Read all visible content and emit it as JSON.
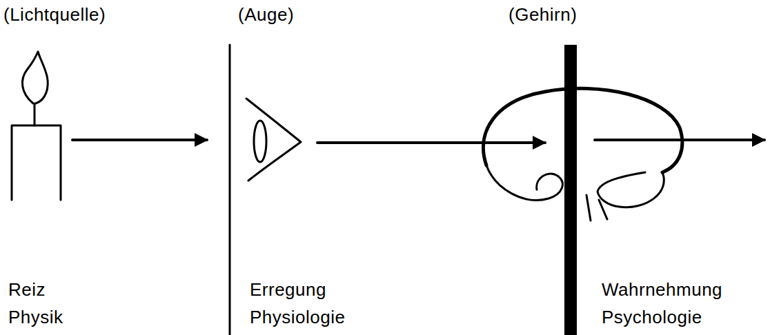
{
  "diagram": {
    "labels": [
      "(Lichtquelle)",
      "(Auge)",
      "(Gehirn)",
      "Reiz",
      "Physik",
      "Erregung",
      "Physiologie",
      "Wahrnehmung",
      "Psychologie"
    ]
  }
}
